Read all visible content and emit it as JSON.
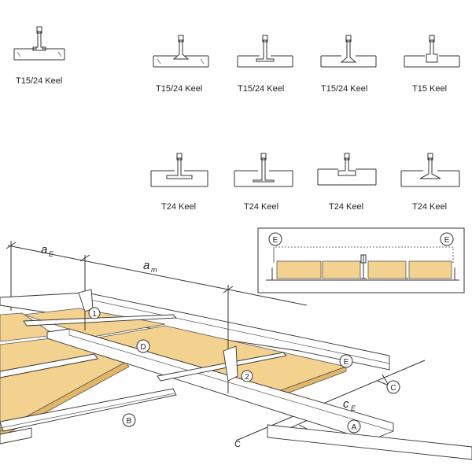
{
  "profiles_row1": [
    {
      "id": "p1",
      "label": "T15/24  Keel"
    },
    {
      "id": "p2",
      "label": "T15/24  Keel"
    },
    {
      "id": "p3",
      "label": "T15/24  Keel"
    },
    {
      "id": "p4",
      "label": "T15/24  Keel"
    },
    {
      "id": "p5",
      "label": "T15  Keel"
    }
  ],
  "profiles_row2": [
    {
      "id": "p6",
      "label": "T24  Keel"
    },
    {
      "id": "p7",
      "label": "T24  Keel"
    },
    {
      "id": "p8",
      "label": "T24  Keel"
    },
    {
      "id": "p9",
      "label": "T24  Keel"
    }
  ],
  "dimensions": {
    "a_main": "a",
    "a_main_sub": "E",
    "a_mid": "a",
    "a_mid_sub": "m",
    "c_main": "c",
    "c_main_sub": "E",
    "c_side": "C"
  },
  "callouts": {
    "one": "1",
    "two": "2",
    "a": "A",
    "b": "B",
    "c": "C",
    "d": "D",
    "e": "E",
    "section_left": "E",
    "section_right": "E"
  },
  "colors": {
    "board": "#f3d28f",
    "board_edge": "#e2b664",
    "line": "#333333"
  }
}
